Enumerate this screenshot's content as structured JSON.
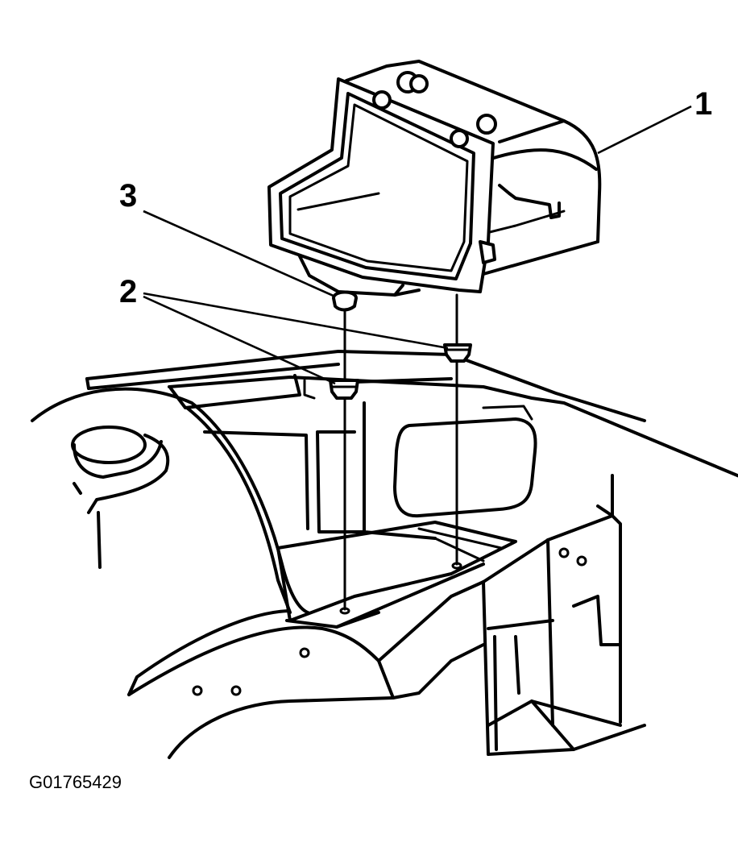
{
  "callouts": [
    {
      "id": "1"
    },
    {
      "id": "2"
    },
    {
      "id": "3"
    }
  ],
  "figure_code": "G01765429"
}
